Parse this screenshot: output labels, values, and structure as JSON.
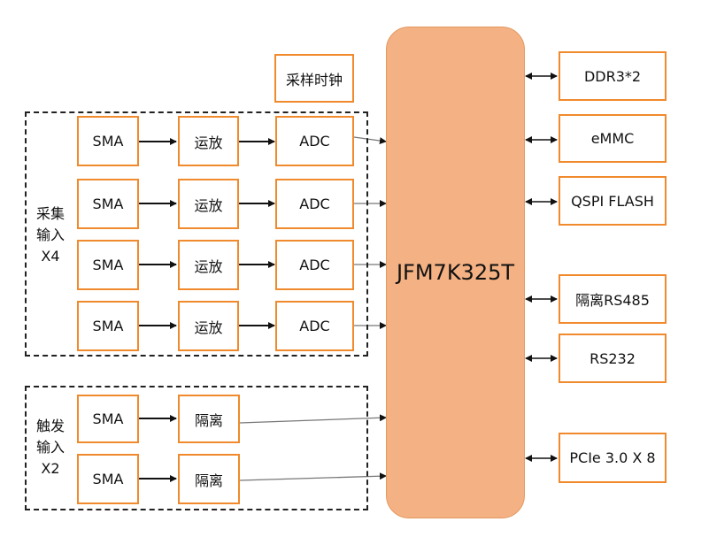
{
  "fpga": {
    "label": "JFM7K325T"
  },
  "clock": {
    "label": "采样时钟"
  },
  "acquisition": {
    "label_lines": [
      "采集",
      "输入",
      "X4"
    ],
    "channels": [
      {
        "connector": "SMA",
        "amp": "运放",
        "adc": "ADC"
      },
      {
        "connector": "SMA",
        "amp": "运放",
        "adc": "ADC"
      },
      {
        "connector": "SMA",
        "amp": "运放",
        "adc": "ADC"
      },
      {
        "connector": "SMA",
        "amp": "运放",
        "adc": "ADC"
      }
    ]
  },
  "trigger": {
    "label_lines": [
      "触发",
      "输入",
      "X2"
    ],
    "channels": [
      {
        "connector": "SMA",
        "isolation": "隔离"
      },
      {
        "connector": "SMA",
        "isolation": "隔离"
      }
    ]
  },
  "peripherals": [
    "DDR3*2",
    "eMMC",
    "QSPI FLASH",
    "隔离RS485",
    "RS232",
    "PCIe 3.0 X 8"
  ],
  "colors": {
    "box_border": "#F08A2C",
    "fpga_fill": "#F4B183"
  }
}
